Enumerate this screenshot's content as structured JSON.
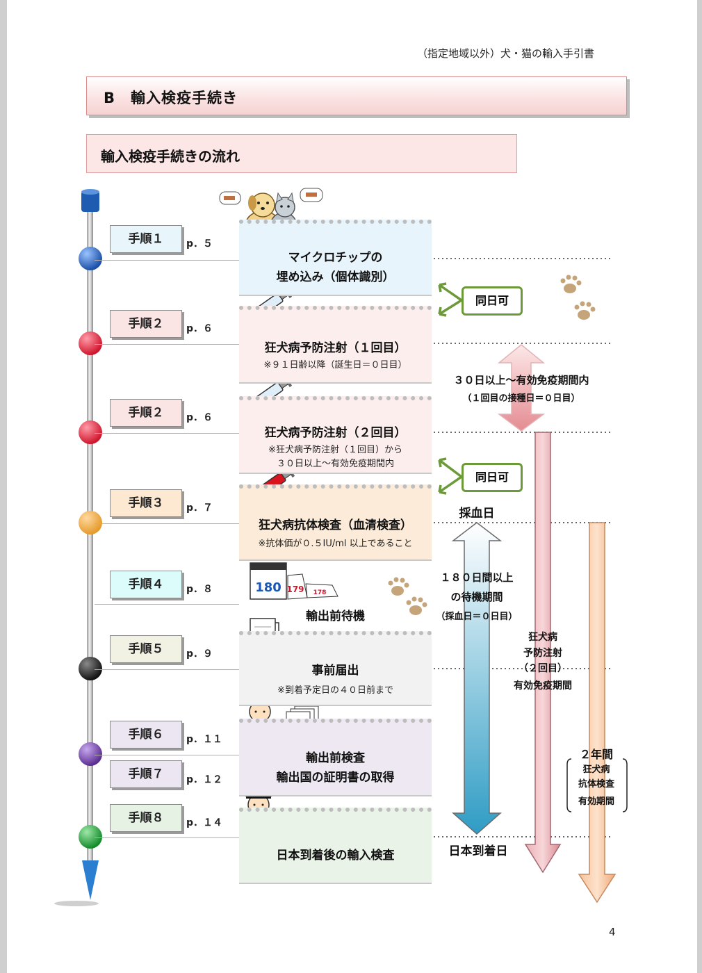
{
  "header": {
    "note": "（指定地域以外）犬・猫の輸入手引書"
  },
  "section": {
    "title": "B　輸入検疫手続き",
    "subtitle": "輸入検疫手続きの流れ"
  },
  "steps": [
    {
      "label": "手順１",
      "page": "p．５",
      "bead": "#1a4fa8",
      "box": "#e8f5fb"
    },
    {
      "label": "手順２",
      "page": "p．６",
      "bead": "#d0142c",
      "box": "#fbe4e4"
    },
    {
      "label": "手順２",
      "page": "p．６",
      "bead": "#d0142c",
      "box": "#fbe4e4"
    },
    {
      "label": "手順３",
      "page": "p．７",
      "bead": "#e59a2a",
      "box": "#fde9d2"
    },
    {
      "label": "手順４",
      "page": "p．８",
      "bead": "",
      "box": "#dcfbfb"
    },
    {
      "label": "手順５",
      "page": "p．９",
      "bead": "#111111",
      "box": "#f2f2e4"
    },
    {
      "label": "手順６",
      "page": "p．１１",
      "bead": "#5a2d91",
      "box": "#ece6f2"
    },
    {
      "label": "手順７",
      "page": "p．１２",
      "bead": "",
      "box": "#ece6f2"
    },
    {
      "label": "手順８",
      "page": "p．１４",
      "bead": "#128a2a",
      "box": "#e6f2e3"
    }
  ],
  "cards": [
    {
      "title_line1": "マイクロチップの",
      "title_line2": "埋め込み（個体識別）",
      "bg": "#e8f4fb"
    },
    {
      "title": "狂犬病予防注射（１回目）",
      "note": "※９１日齢以降（誕生日＝０日目）",
      "bg": "#fdeeee"
    },
    {
      "title": "狂犬病予防注射（２回目）",
      "note_line1": "※狂犬病予防注射（１回目）から",
      "note_line2": "３０日以上～有効免疫期間内",
      "bg": "#fdeeee"
    },
    {
      "title": "狂犬病抗体検査（血清検査）",
      "note": "※抗体価が０.５IU/ml 以上であること",
      "bg": "#fbebd8"
    },
    {
      "title": "輸出前待機"
    },
    {
      "title": "事前届出",
      "note": "※到着予定日の４０日前まで",
      "bg": "#f2f2f2"
    },
    {
      "title_line1": "輸出前検査",
      "title_line2": "輸出国の証明書の取得",
      "bg": "#eee8f3"
    },
    {
      "title": "日本到着後の輸入検査",
      "bg": "#e9f3e7"
    }
  ],
  "annotations": {
    "same_day_1": "同日可",
    "same_day_2": "同日可",
    "interval_line1": "３０日以上～有効免疫期間内",
    "interval_line2": "（１回目の接種日＝０日目）",
    "blood_day": "採血日",
    "wait_line1": "１８０日間以上",
    "wait_line2": "の待機期間",
    "wait_line3": "（採血日＝０日目）",
    "rabies_line1": "狂犬病",
    "rabies_line2": "予防注射",
    "rabies_line3": "（２回目）",
    "rabies_line4": "有効免疫期間",
    "antibody_line1": "２年間",
    "antibody_line2": "狂犬病",
    "antibody_line3": "抗体検査",
    "antibody_line4": "有効期間",
    "arrival_day": "日本到着日",
    "calendar_180": "180",
    "calendar_179": "179",
    "calendar_178": "178"
  },
  "page_number": "4"
}
